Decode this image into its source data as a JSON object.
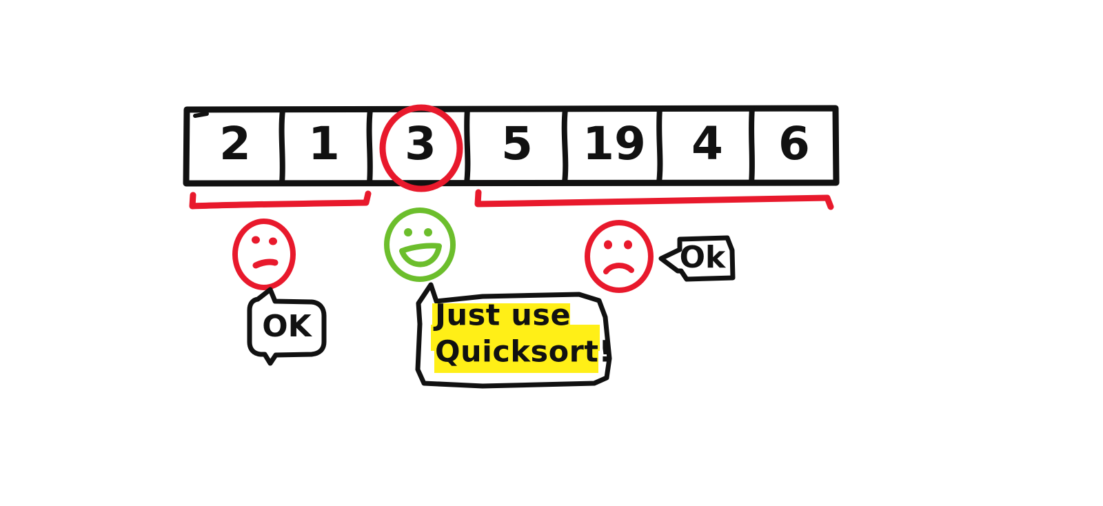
{
  "diagram": {
    "title": "Quicksort partition sketch",
    "style": "hand-drawn whiteboard sketch",
    "background_color": "#ffffff"
  },
  "colors": {
    "ink": "#111111",
    "red": "#e8192c",
    "green": "#6cbe2c",
    "highlight_yellow": "#ffef17"
  },
  "array": {
    "name": "partitioned-array",
    "cell_count": 7,
    "cells": [
      {
        "value": "2",
        "highlighted": false
      },
      {
        "value": "1",
        "highlighted": false
      },
      {
        "value": "3",
        "highlighted": true
      },
      {
        "value": "5",
        "highlighted": false
      },
      {
        "value": "19",
        "highlighted": false
      },
      {
        "value": "4",
        "highlighted": false
      },
      {
        "value": "6",
        "highlighted": false
      }
    ],
    "pivot_value": "3",
    "pivot_index": 2
  },
  "brackets": [
    {
      "name": "left-partition-bracket",
      "color": "#e8192c",
      "spans_cells": "1-2"
    },
    {
      "name": "right-partition-bracket",
      "color": "#e8192c",
      "spans_cells": "4-7"
    }
  ],
  "faces": [
    {
      "name": "left-face",
      "color": "#e8192c",
      "expression": "unhappy"
    },
    {
      "name": "middle-face",
      "color": "#6cbe2c",
      "expression": "happy"
    },
    {
      "name": "right-face",
      "color": "#e8192c",
      "expression": "sad"
    }
  ],
  "bubbles": {
    "left_ok": {
      "name": "left-ok-bubble",
      "text": "OK",
      "tail": "up"
    },
    "right_ok": {
      "name": "right-ok-bubble",
      "text": "Ok",
      "tail": "left"
    },
    "main": {
      "name": "quicksort-bubble",
      "tail": "up-left",
      "highlight_color": "#ffef17",
      "lines": [
        "Just use",
        "Quicksort!"
      ]
    }
  }
}
